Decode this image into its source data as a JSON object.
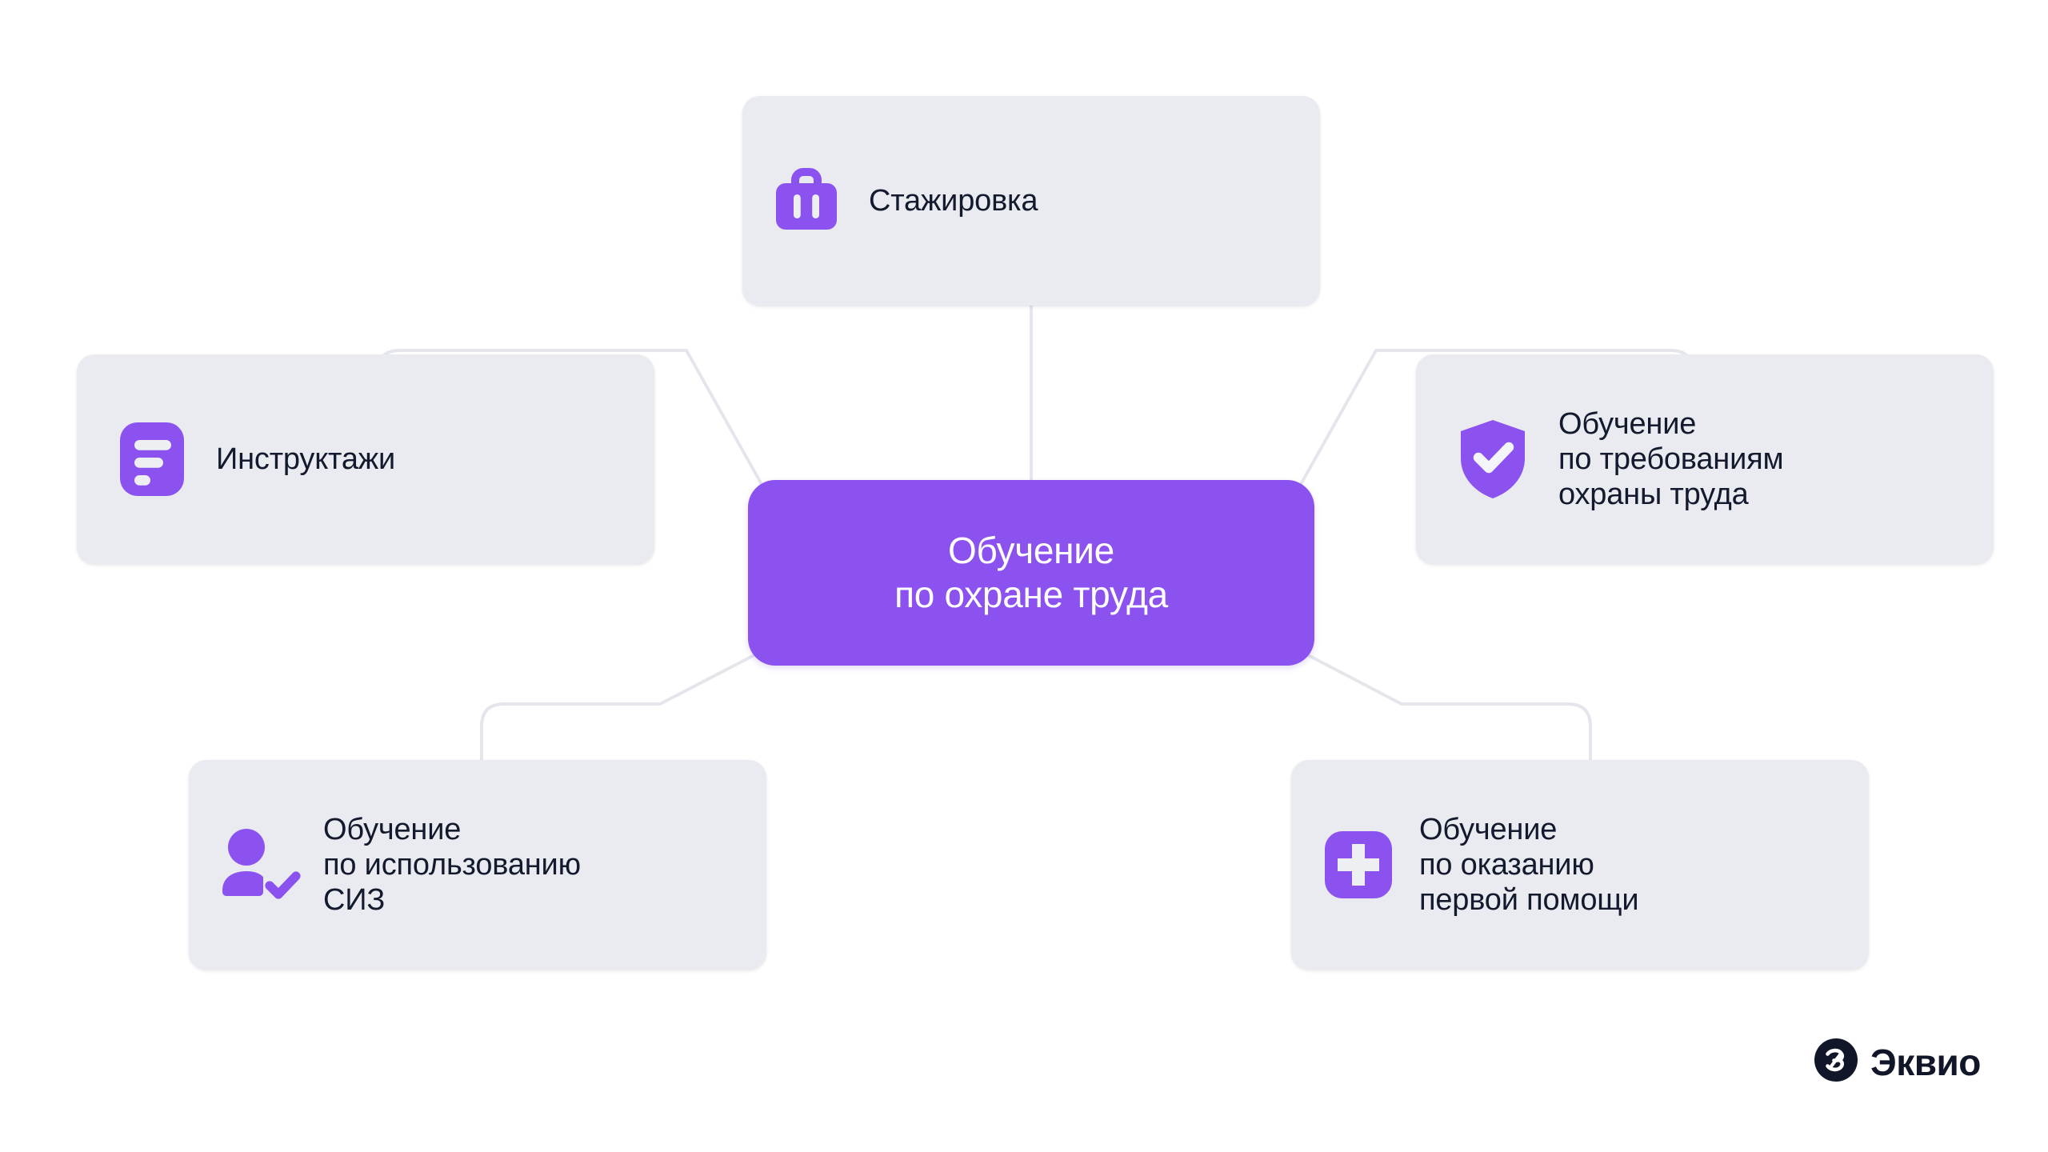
{
  "diagram": {
    "title": "Обучение по охране труда",
    "center": {
      "label": "Обучение\nпо охране труда",
      "bg_color": "#8C52F0",
      "text_color": "#FFFFFF"
    },
    "node_bg_color": "#E9EBF0",
    "node_text_color": "#141A2E",
    "accent_color": "#8C52F0",
    "connector_color": "#E4E6EC",
    "background_color": "#FFFFFF",
    "nodes": [
      {
        "id": "top",
        "label": "Стажировка",
        "icon": "briefcase-icon",
        "position": "top"
      },
      {
        "id": "left",
        "label": "Инструктажи",
        "icon": "document-lines-icon",
        "position": "left"
      },
      {
        "id": "right",
        "label": "Обучение\nпо требованиям\nохраны труда",
        "icon": "shield-check-icon",
        "position": "right"
      },
      {
        "id": "bottom-left",
        "label": "Обучение\nпо использованию\nСИЗ",
        "icon": "user-check-icon",
        "position": "bottom-left"
      },
      {
        "id": "bottom-right",
        "label": "Обучение\nпо оказанию\nпервой помощи",
        "icon": "first-aid-cross-icon",
        "position": "bottom-right"
      }
    ]
  },
  "branding": {
    "logo_text": "Эквио",
    "logo_mark": "ekvio-circle-icon",
    "logo_color": "#111729"
  }
}
